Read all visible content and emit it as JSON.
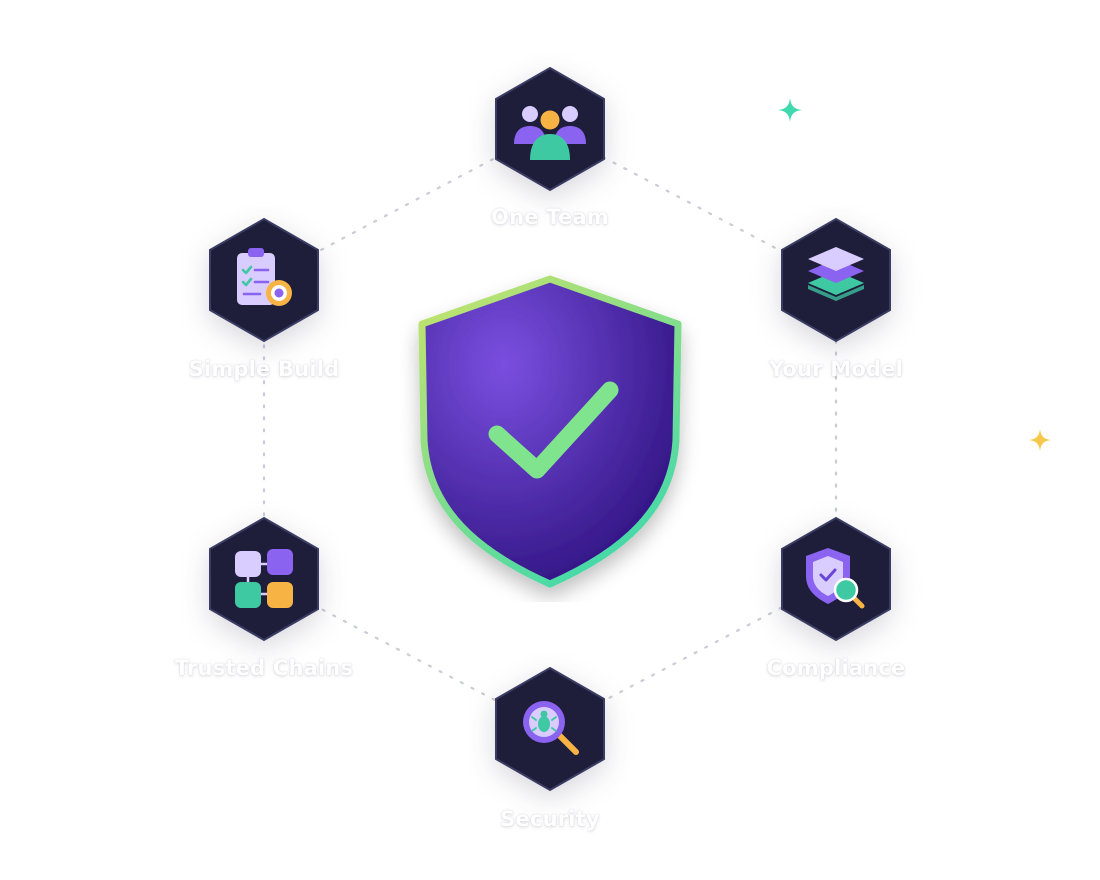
{
  "colors": {
    "hex_fill": "#1e1d3a",
    "hex_border": "#3a3c63",
    "shield_fill_center": "#7a4fe0",
    "shield_fill_edge": "#2a0f7a",
    "shield_border_top": "#c9e36a",
    "shield_border_bottom": "#47d9a8",
    "check": "#7fe48d",
    "purple": "#8a63f0",
    "lavender": "#d9ccff",
    "teal": "#3fc9a3",
    "gold": "#f7b343",
    "sparkle_teal": "#3fd9b0",
    "sparkle_gold": "#f5c84b",
    "ring_dots": "#c9ccd6"
  },
  "center": {
    "icon": "shield-check-icon"
  },
  "nodes": [
    {
      "id": "one-team",
      "label": "One Team",
      "icon": "team-icon"
    },
    {
      "id": "your-model",
      "label": "Your Model",
      "icon": "layers-icon"
    },
    {
      "id": "compliance",
      "label": "Compliance",
      "icon": "shield-search-icon"
    },
    {
      "id": "security",
      "label": "Security",
      "icon": "bug-search-icon"
    },
    {
      "id": "trusted-chains",
      "label": "Trusted Chains",
      "icon": "flow-blocks-icon"
    },
    {
      "id": "simple-build",
      "label": "Simple Build",
      "icon": "clipboard-settings-icon"
    }
  ]
}
